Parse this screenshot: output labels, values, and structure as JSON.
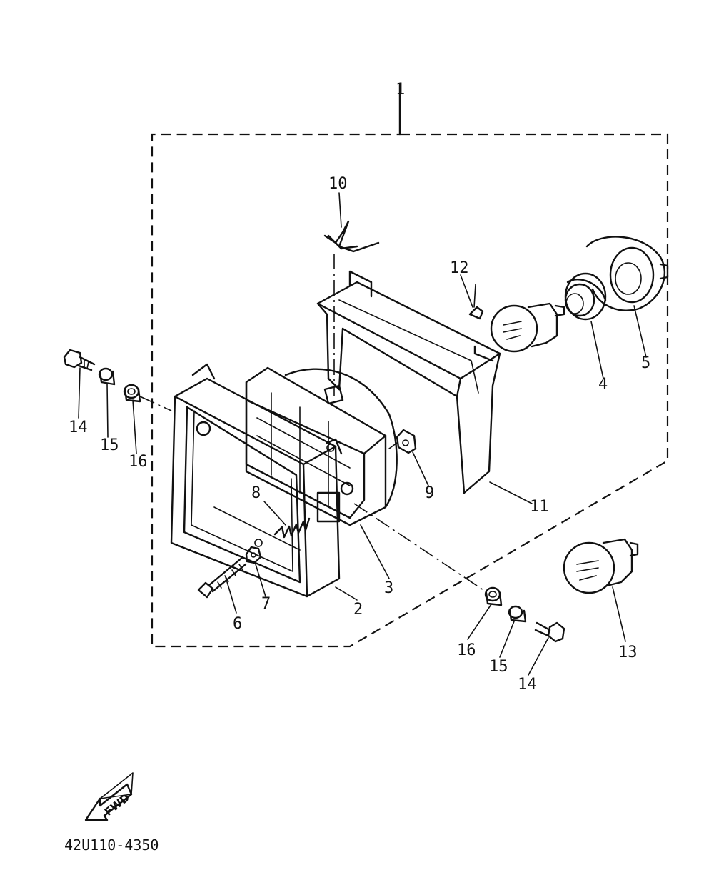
{
  "drawing_code": "42U110-4350",
  "fwd_label": "FWD",
  "callouts": {
    "c1": "1",
    "c2": "2",
    "c3": "3",
    "c4": "4",
    "c5": "5",
    "c6": "6",
    "c7": "7",
    "c8": "8",
    "c9": "9",
    "c10": "10",
    "c11": "11",
    "c12": "12",
    "c13": "13",
    "c14a": "14",
    "c14b": "14",
    "c15a": "15",
    "c15b": "15",
    "c16a": "16",
    "c16b": "16"
  },
  "parts": [
    {
      "id": "1",
      "name": "headlight-assembly"
    },
    {
      "id": "2",
      "name": "rim"
    },
    {
      "id": "3",
      "name": "lens-unit"
    },
    {
      "id": "4",
      "name": "socket-cord"
    },
    {
      "id": "5",
      "name": "bulb-cover"
    },
    {
      "id": "6",
      "name": "screw"
    },
    {
      "id": "7",
      "name": "nut"
    },
    {
      "id": "8",
      "name": "spring"
    },
    {
      "id": "9",
      "name": "nut"
    },
    {
      "id": "10",
      "name": "spring"
    },
    {
      "id": "11",
      "name": "body"
    },
    {
      "id": "12",
      "name": "screw"
    },
    {
      "id": "13",
      "name": "bulb"
    },
    {
      "id": "14",
      "name": "bolt"
    },
    {
      "id": "15",
      "name": "collar"
    },
    {
      "id": "16",
      "name": "grommet"
    }
  ]
}
